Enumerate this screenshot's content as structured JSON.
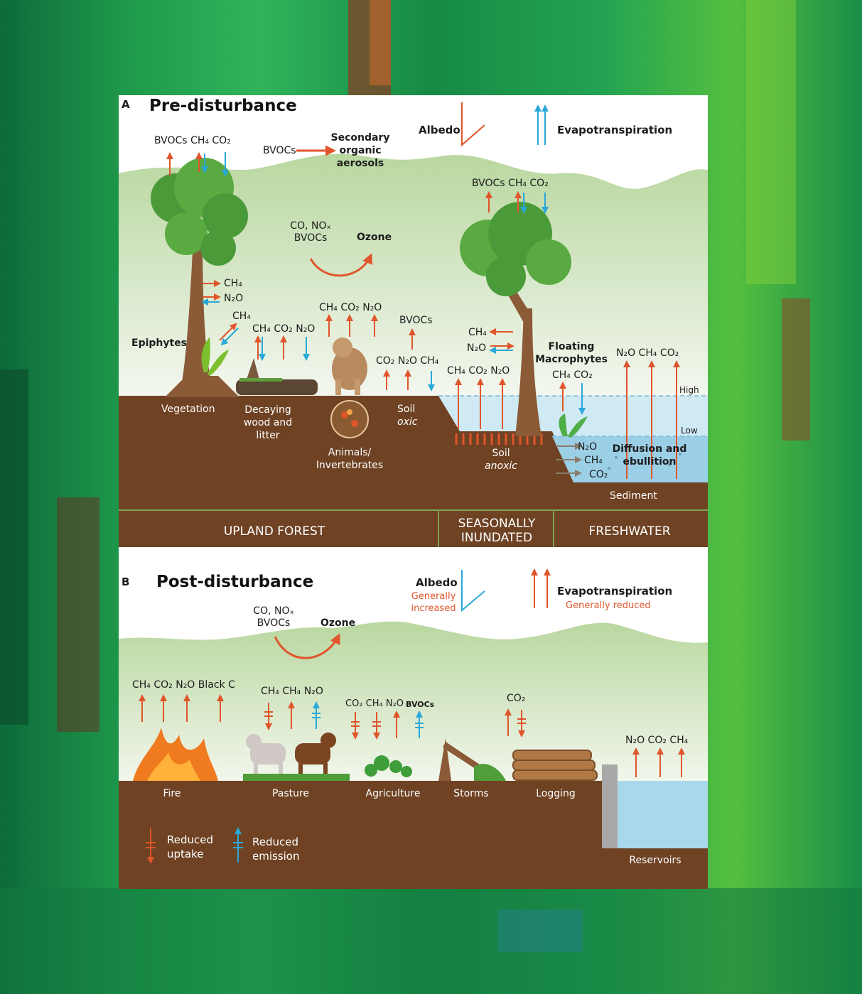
{
  "colors": {
    "emission_arrow": "#e0552b",
    "uptake_arrow": "#2aa8d8",
    "soil": "#6e4223",
    "hills": "#a9cc8c",
    "water": "#a9d8ec",
    "canvas_green": "#1e9a4e"
  },
  "panel_a": {
    "letter": "A",
    "title": "Pre-disturbance",
    "canopy_fluxes": "BVOCs  CH₄  CO₂",
    "bvocs": "BVOCs",
    "soa": "Secondary\norganic\naerosols",
    "albedo": "Albedo",
    "evapotranspiration": "Evapotranspiration",
    "tree2_fluxes": "BVOCs  CH₄  CO₂",
    "ozone_precursors": "CO, NOₓ\nBVOCs",
    "ozone": "Ozone",
    "stem_ch4": "CH₄",
    "stem_n2o": "N₂O",
    "epiphyte_ch4": "CH₄",
    "epiphytes": "Epiphytes",
    "wood_fluxes": "CH₄  CO₂  N₂O",
    "animal_fluxes": "CH₄  CO₂  N₂O",
    "soil_bvocs": "BVOCs",
    "soil_fluxes": "CO₂  N₂O  CH₄",
    "inundated_fluxes": "CH₄  CO₂  N₂O",
    "trunk_ch4": "CH₄",
    "trunk_n2o": "N₂O",
    "floating_macrophytes": "Floating\nMacrophytes",
    "macrophyte_fluxes": "CH₄  CO₂",
    "freshwater_fluxes": "N₂O  CH₄  CO₂",
    "high": "High",
    "low": "Low",
    "vegetation": "Vegetation",
    "decaying": "Decaying\nwood and\nlitter",
    "animals": "Animals/\nInvertebrates",
    "soil": "Soil",
    "oxic": "oxic",
    "soil2": "Soil",
    "anoxic": "anoxic",
    "sed_n2o": "N₂O",
    "sed_ch4": "CH₄",
    "sed_co2": "CO₂",
    "diffusion": "Diffusion and\nebullition",
    "sediment": "Sediment",
    "zone_upland": "UPLAND FOREST",
    "zone_seasonal": "SEASONALLY\nINUNDATED",
    "zone_freshwater": "FRESHWATER"
  },
  "panel_b": {
    "letter": "B",
    "title": "Post-disturbance",
    "albedo": "Albedo",
    "albedo_note": "Generally\nincreased",
    "evapotranspiration": "Evapotranspiration",
    "evap_note": "Generally reduced",
    "ozone_precursors": "CO, NOₓ\nBVOCs",
    "ozone": "Ozone",
    "fire_fluxes": "CH₄  CO₂  N₂O  Black C",
    "pasture_fluxes": "CH₄  CH₄  N₂O",
    "agri_fluxes": "CO₂  CH₄  N₂O",
    "agri_bvocs": "BVOCs",
    "logging_co2": "CO₂",
    "reservoir_fluxes": "N₂O  CO₂  CH₄",
    "fire": "Fire",
    "pasture": "Pasture",
    "agriculture": "Agriculture",
    "storms": "Storms",
    "logging": "Logging",
    "reservoirs": "Reservoirs",
    "reduced_uptake": "Reduced\nuptake",
    "reduced_emission": "Reduced\nemission"
  }
}
